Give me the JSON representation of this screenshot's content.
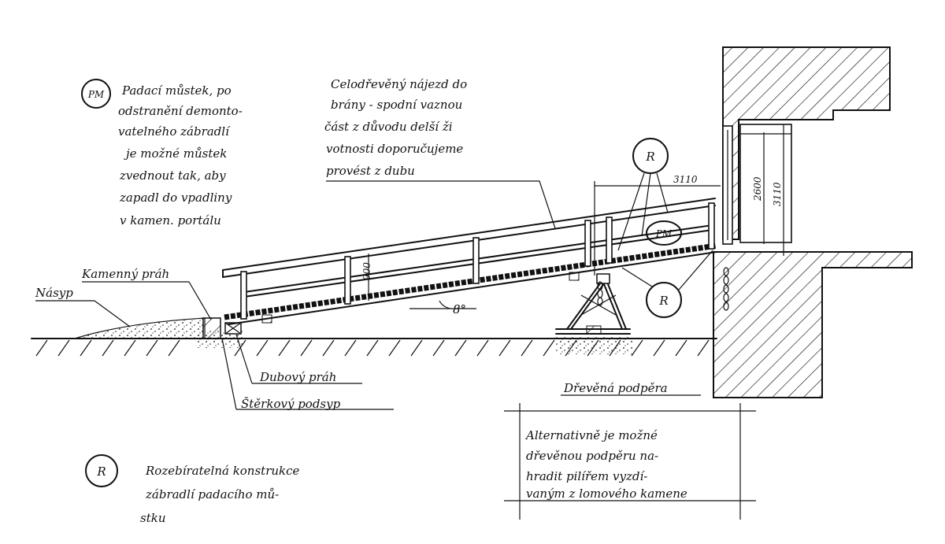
{
  "colors": {
    "ink": "#111111",
    "paper": "#ffffff"
  },
  "legend_pm": {
    "symbol": "PM",
    "lines": [
      "Padací můstek, po",
      "odstranění demonto-",
      "vatelného zábradlí",
      "je možné můstek",
      "zvednout tak, aby",
      "zapadl do vpadliny",
      "v kamen. portálu"
    ]
  },
  "note_ramp": {
    "lines": [
      "Celodřevěný nájezd do",
      "brány - spodní vaznou",
      "část z důvodu delší ži",
      "votnosti doporučujeme",
      "provést z dubu"
    ]
  },
  "labels": {
    "kamenny_prah": "Kamenný práh",
    "nasyp": "Násyp",
    "dubovy_prah": "Dubový práh",
    "sterkovy_podsyp": "Štěrkový podsyp",
    "drevena_podpera": "Dřevěná podpěra",
    "angle": "8°",
    "dim_width": "3110",
    "dim_h1": "2600",
    "dim_h2": "3110",
    "dim_rail": "900",
    "tag_r": "R",
    "tag_pm": "PM"
  },
  "note_alt": {
    "lines": [
      "Alternativně je možné",
      "dřevěnou podpěru na-",
      "hradit pilířem vyzdí-",
      "vaným z lomového kamene"
    ]
  },
  "legend_r": {
    "symbol": "R",
    "lines": [
      "Rozebíratelná konstrukce",
      "zábradlí padacího mů-",
      "stku"
    ]
  }
}
